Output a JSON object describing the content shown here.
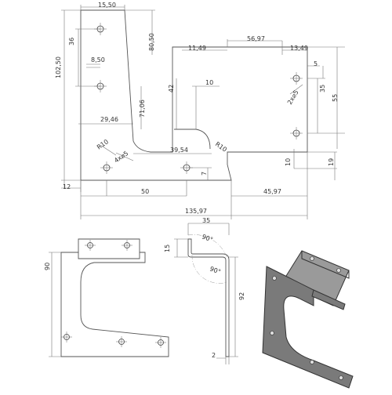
{
  "top_view": {
    "dims": {
      "w15_50": "15,50",
      "h36": "36",
      "h102_50": "102,50",
      "h80_50": "80,50",
      "w8_50": "8,50",
      "w11_49": "11,49",
      "w56_97": "56,97",
      "w13_49": "13,49",
      "v5": "5",
      "v42": "42",
      "w10": "10",
      "v35": "35",
      "v55": "55",
      "v71_06": "71,06",
      "w29_46": "29,46",
      "r10_left": "R10",
      "r10_right": "R10",
      "holes_4x": "4x⌀5",
      "holes_2x": "2x⌀5",
      "w39_54": "39,54",
      "v10": "10",
      "v19": "19",
      "v7": "7",
      "w12": "12",
      "w50": "50",
      "w45_97": "45,97",
      "w135_97": "135,97"
    }
  },
  "bottom_left_view": {
    "dims": {
      "h90": "90"
    }
  },
  "side_view": {
    "dims": {
      "w35": "35",
      "h15": "15",
      "angle1": "90°",
      "angle2": "90°",
      "h92": "92",
      "w2": "2"
    }
  },
  "iso_view": {
    "fill": "#7a7a7a",
    "top_fill": "#9a9a9a",
    "edge": "#333333"
  }
}
